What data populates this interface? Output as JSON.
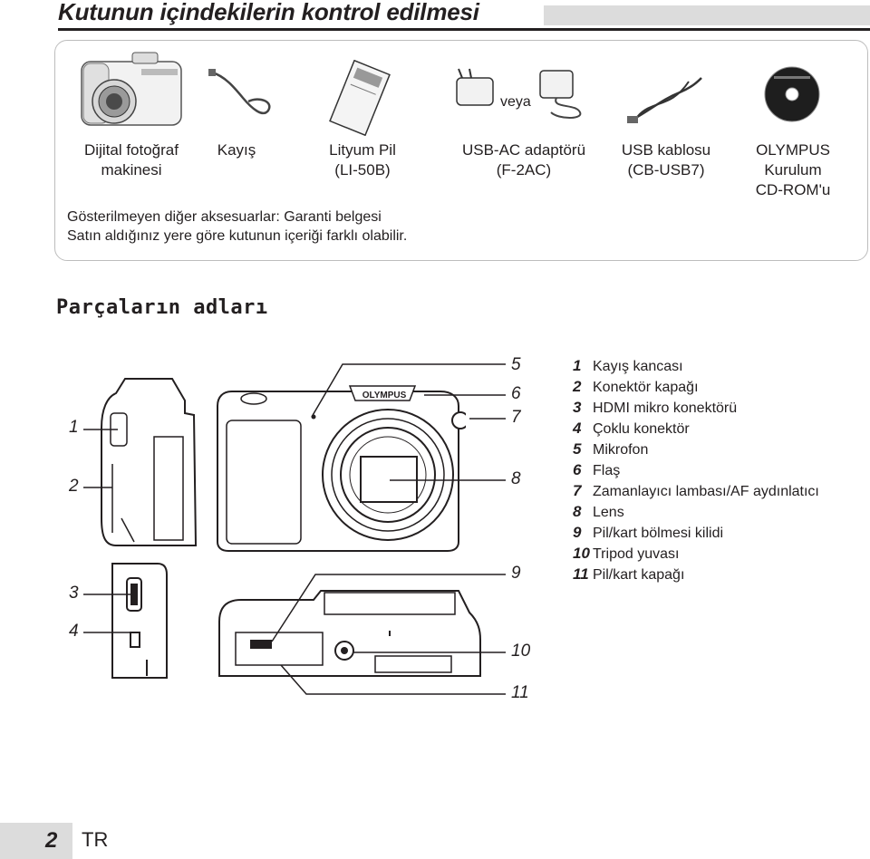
{
  "header": {
    "title": "Kutunun içindekilerin kontrol edilmesi"
  },
  "contents": {
    "items": [
      {
        "label_lines": [
          "Dijital fotoğraf",
          "makinesi"
        ],
        "icon": "camera-icon"
      },
      {
        "label_lines": [
          "Kayış"
        ],
        "icon": "strap-icon"
      },
      {
        "label_lines": [
          "Lityum Pil",
          "(LI-50B)"
        ],
        "icon": "battery-icon"
      },
      {
        "label_lines": [
          "USB-AC adaptörü",
          "(F-2AC)"
        ],
        "icon": "ac-adapter-icon"
      },
      {
        "label_lines": [
          "USB kablosu",
          "(CB-USB7)"
        ],
        "icon": "usb-cable-icon"
      },
      {
        "label_lines": [
          "OLYMPUS",
          "Kurulum",
          "CD-ROM'u"
        ],
        "icon": "cd-rom-icon"
      }
    ],
    "or_label": "veya",
    "notes": [
      "Gösterilmeyen diğer aksesuarlar: Garanti belgesi",
      "Satın aldığınız yere göre kutunun içeriği farklı olabilir."
    ]
  },
  "parts": {
    "heading": "Parçaların adları",
    "callouts": [
      "1",
      "2",
      "3",
      "4",
      "5",
      "6",
      "7",
      "8",
      "9",
      "10",
      "11"
    ],
    "list": [
      {
        "num": "1",
        "name": "Kayış kancası"
      },
      {
        "num": "2",
        "name": "Konektör kapağı"
      },
      {
        "num": "3",
        "name": "HDMI mikro konektörü"
      },
      {
        "num": "4",
        "name": "Çoklu konektör"
      },
      {
        "num": "5",
        "name": "Mikrofon"
      },
      {
        "num": "6",
        "name": "Flaş"
      },
      {
        "num": "7",
        "name": "Zamanlayıcı lambası/AF aydınlatıcı"
      },
      {
        "num": "8",
        "name": "Lens"
      },
      {
        "num": "9",
        "name": "Pil/kart bölmesi kilidi"
      },
      {
        "num": "10",
        "name": "Tripod yuvası"
      },
      {
        "num": "11",
        "name": "Pil/kart kapağı"
      }
    ],
    "brand_mark": "OLYMPUS"
  },
  "footer": {
    "page_number": "2",
    "language": "TR"
  }
}
